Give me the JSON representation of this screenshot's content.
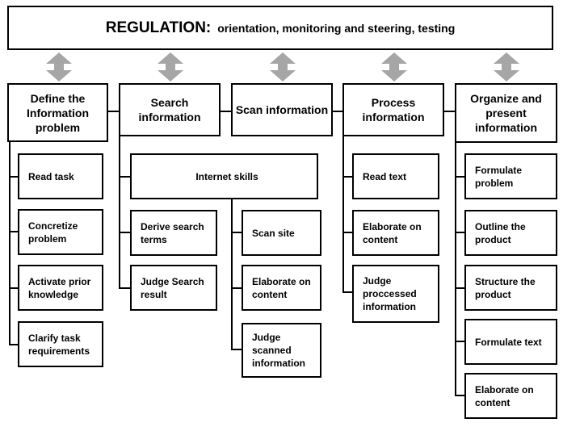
{
  "regulation": {
    "label": "REGULATION:",
    "text": "orientation, monitoring and steering, testing"
  },
  "columns": {
    "define": {
      "title": "Define the Information problem",
      "items": [
        "Read task",
        "Concretize problem",
        "Activate prior knowledge",
        "Clarify task requirements"
      ]
    },
    "search": {
      "title": "Search information",
      "items": [
        "Derive search terms",
        "Judge Search result"
      ]
    },
    "scan": {
      "title": "Scan information",
      "items": [
        "Scan site",
        "Elaborate on content",
        "Judge scanned information"
      ]
    },
    "process": {
      "title": "Process information",
      "items": [
        "Read text",
        "Elaborate on content",
        "Judge proccessed information"
      ]
    },
    "organize": {
      "title": "Organize and present information",
      "items": [
        "Formulate problem",
        "Outline the product",
        "Structure the product",
        "Formulate text",
        "Elaborate on content"
      ]
    }
  },
  "internet_skills": "Internet skills",
  "colors": {
    "arrow": "#a6a6a6",
    "border": "#000000"
  },
  "icons": {
    "double_arrow": "double-arrow-icon"
  }
}
